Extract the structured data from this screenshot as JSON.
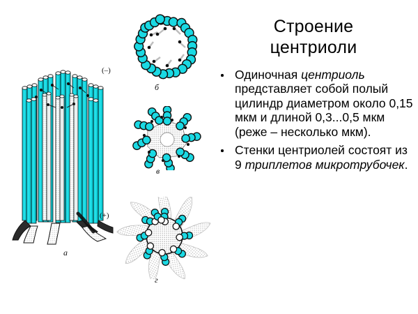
{
  "slide": {
    "background_color": "#ffffff",
    "title": "Строение центриоли",
    "title_lines": [
      "Строение",
      "центриоли"
    ],
    "bullets": [
      {
        "id": "bullet-1",
        "segments": [
          {
            "text": "Одиночная ",
            "style": "normal"
          },
          {
            "text": "центриоль",
            "style": "italic"
          },
          {
            "text": " представляет собой полый цилиндр диаметром около 0,15 мкм и длиной 0,3...0,5 мкм (реже – несколько мкм).",
            "style": "normal"
          }
        ],
        "plain_text": "Одиночная центриоль представляет собой полый цилиндр диаметром около 0,15 мкм и длиной 0,3...0,5 мкм (реже – несколько мкм)."
      },
      {
        "id": "bullet-2",
        "segments": [
          {
            "text": "Стенки центриолей состоят из 9 ",
            "style": "normal"
          },
          {
            "text": "триплетов микротрубочек",
            "style": "italic"
          },
          {
            "text": ".",
            "style": "normal"
          }
        ],
        "plain_text": "Стенки центриолей состоят из 9 триплетов микротрубочек."
      }
    ]
  },
  "figure": {
    "name": "centriole-structure-diagram",
    "colors": {
      "microtubule_cyan": "#15d8e2",
      "microtubule_cyan_dark": "#00b9c4",
      "outline_black": "#111111",
      "cap_white": "#ffffff",
      "stipple_gray": "#b9b9b9",
      "arm_gray": "#c9c9c9"
    },
    "panels": [
      {
        "id": "panel-a",
        "label": "а",
        "caption": "а",
        "description": "3D cylinder of nine microtubule triplets with basal feet",
        "polarity_labels": [
          {
            "id": "minus-pole",
            "text": "(–)"
          },
          {
            "id": "plus-pole",
            "text": "(+)"
          }
        ]
      },
      {
        "id": "panel-b",
        "label": "б",
        "caption": "б",
        "description": "Cross-section ring of 9 microtubule triplets with linkers",
        "triplet_count": 9
      },
      {
        "id": "panel-v",
        "label": "в",
        "caption": "в",
        "description": "Cross-section with stippled central hub and 9 triplets",
        "triplet_count": 9
      },
      {
        "id": "panel-g",
        "label": "г",
        "caption": "г",
        "description": "Cross-section with large stippled disc, 9 triplets and radiating pericentriolar arms",
        "triplet_count": 9
      }
    ]
  }
}
